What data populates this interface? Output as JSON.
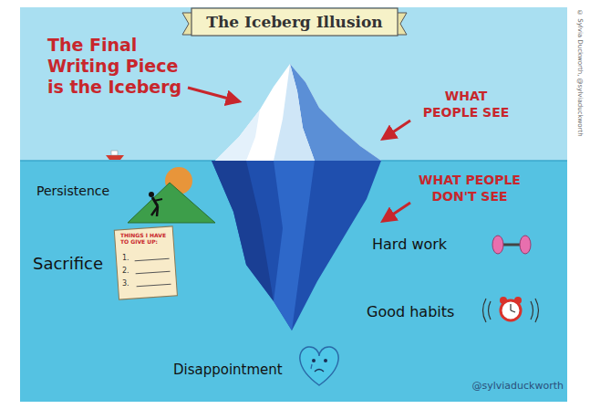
{
  "diagram": {
    "title": "The Iceberg Illusion",
    "labels": [
      "The Final Writing Piece is the Iceberg",
      "WHAT PEOPLE SEE",
      "WHAT PEOPLE DON'T SEE",
      "Persistence",
      "Hard work",
      "Sacrifice",
      "THINGS I HAVE TO GIVE UP:",
      "1.",
      "2.",
      "3.",
      "Good habits",
      "Disappointment",
      "@sylviaduckworth",
      "© Sylvia Duckworth, @sylviaduckworth"
    ]
  }
}
